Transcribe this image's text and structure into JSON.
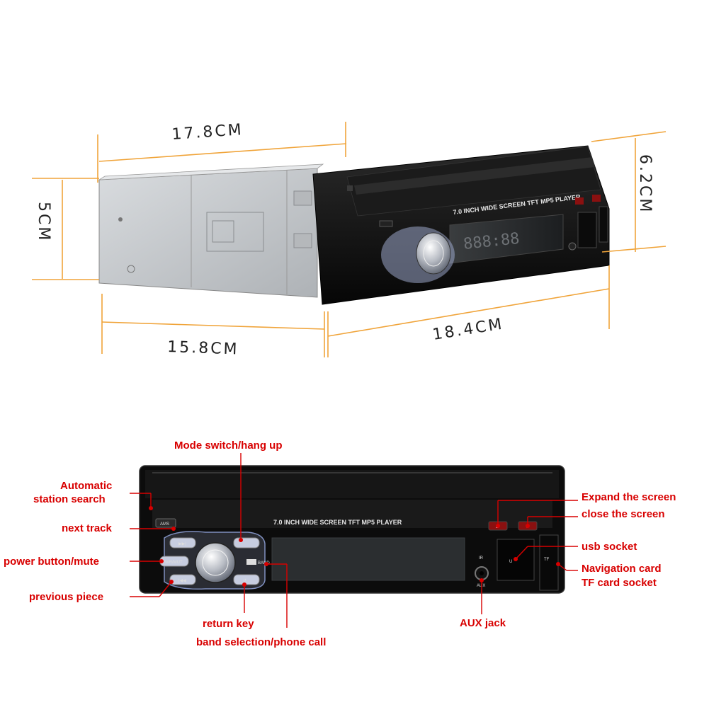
{
  "dimensions": {
    "top_length": "17.8CM",
    "height_left": "5CM",
    "height_right": "6.2CM",
    "bottom_length": "15.8CM",
    "front_width": "18.4CM"
  },
  "device": {
    "screen_label": "7.0 INCH WIDE SCREEN TFT  MP5  PLAYER",
    "btn_ams": "AMS",
    "btn_pwr": "PWR/MUT",
    "btn_band": "BAND",
    "jack_ir": "IR",
    "jack_aux": "AUX",
    "slot_tf": "TF",
    "slot_usb": "U"
  },
  "callouts": {
    "mode_switch": "Mode switch/hang up",
    "automatic_search_line1": "Automatic",
    "automatic_search_line2": "station search",
    "next_track": "next track",
    "power_button": "power button/mute",
    "previous_piece": "previous piece",
    "return_key": "return key",
    "band_selection": "band selection/phone call",
    "aux_jack": "AUX jack",
    "expand_screen": "Expand the screen",
    "close_screen": "close the screen",
    "usb_socket": "usb socket",
    "nav_card_line1": "Navigation card",
    "nav_card_line2": "TF card socket"
  },
  "colors": {
    "callout_red": "#d80000",
    "dimension_orange": "#f0a43a",
    "panel_black": "#111111",
    "chassis_silver": "#c9ccd0"
  }
}
